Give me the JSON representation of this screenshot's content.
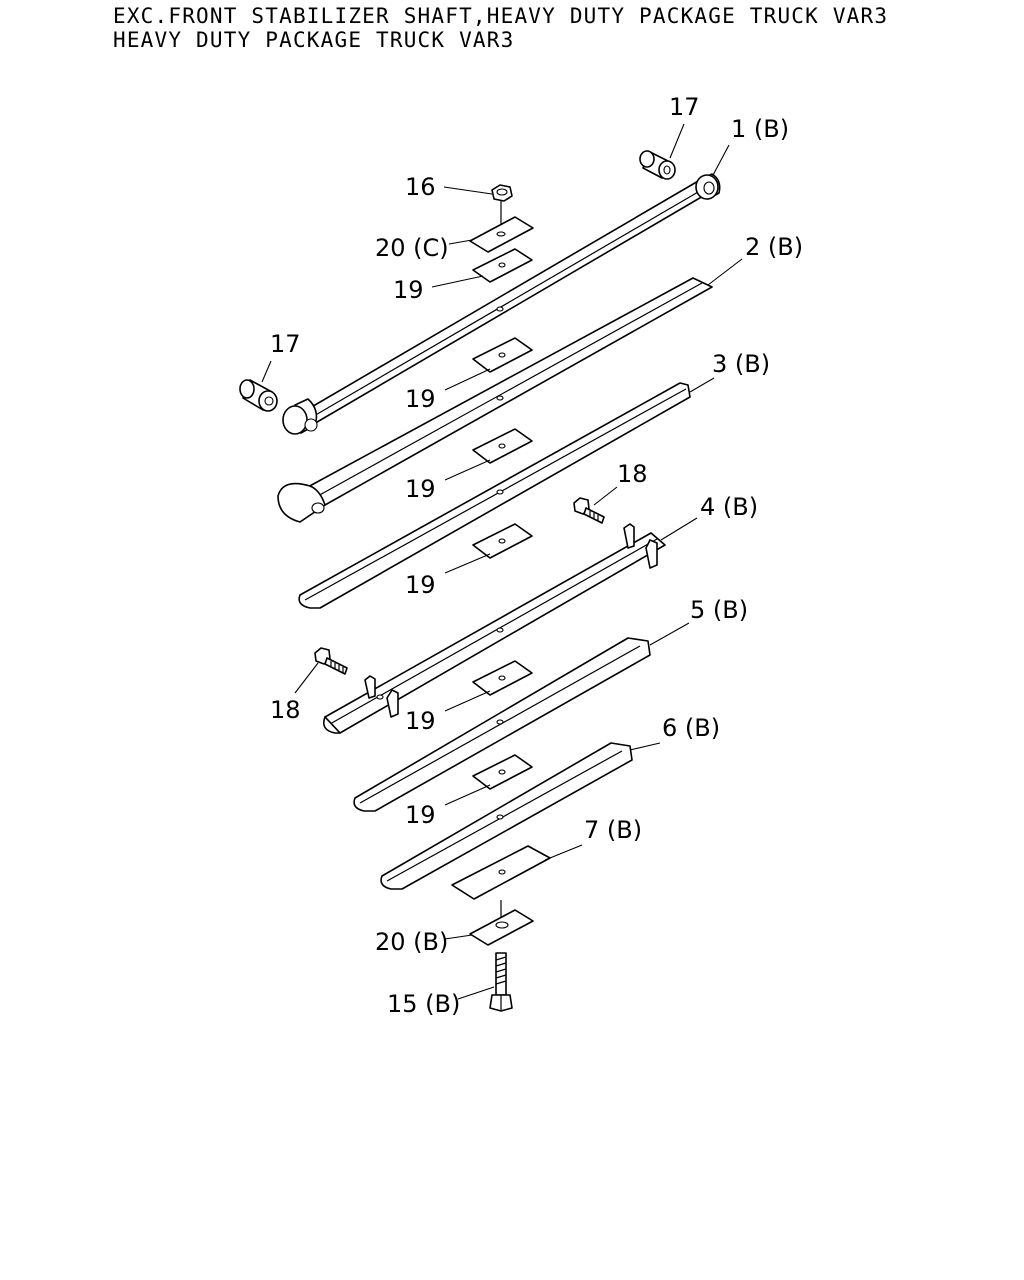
{
  "title": {
    "line1": "EXC.FRONT STABILIZER SHAFT,HEAVY DUTY PACKAGE TRUCK VAR3",
    "line2": "HEAVY DUTY PACKAGE TRUCK VAR3"
  },
  "callouts": {
    "c17_top": "17",
    "c1": "1 (B)",
    "c16": "16",
    "c20c": "20 (C)",
    "c19_a": "19",
    "c2": "2 (B)",
    "c17_left": "17",
    "c19_b": "19",
    "c3": "3 (B)",
    "c19_c": "19",
    "c18_top": "18",
    "c4": "4 (B)",
    "c19_d": "19",
    "c5": "5 (B)",
    "c18_left": "18",
    "c19_e": "19",
    "c6": "6 (B)",
    "c19_f": "19",
    "c7": "7 (B)",
    "c20b": "20 (B)",
    "c15": "15 (B)"
  }
}
